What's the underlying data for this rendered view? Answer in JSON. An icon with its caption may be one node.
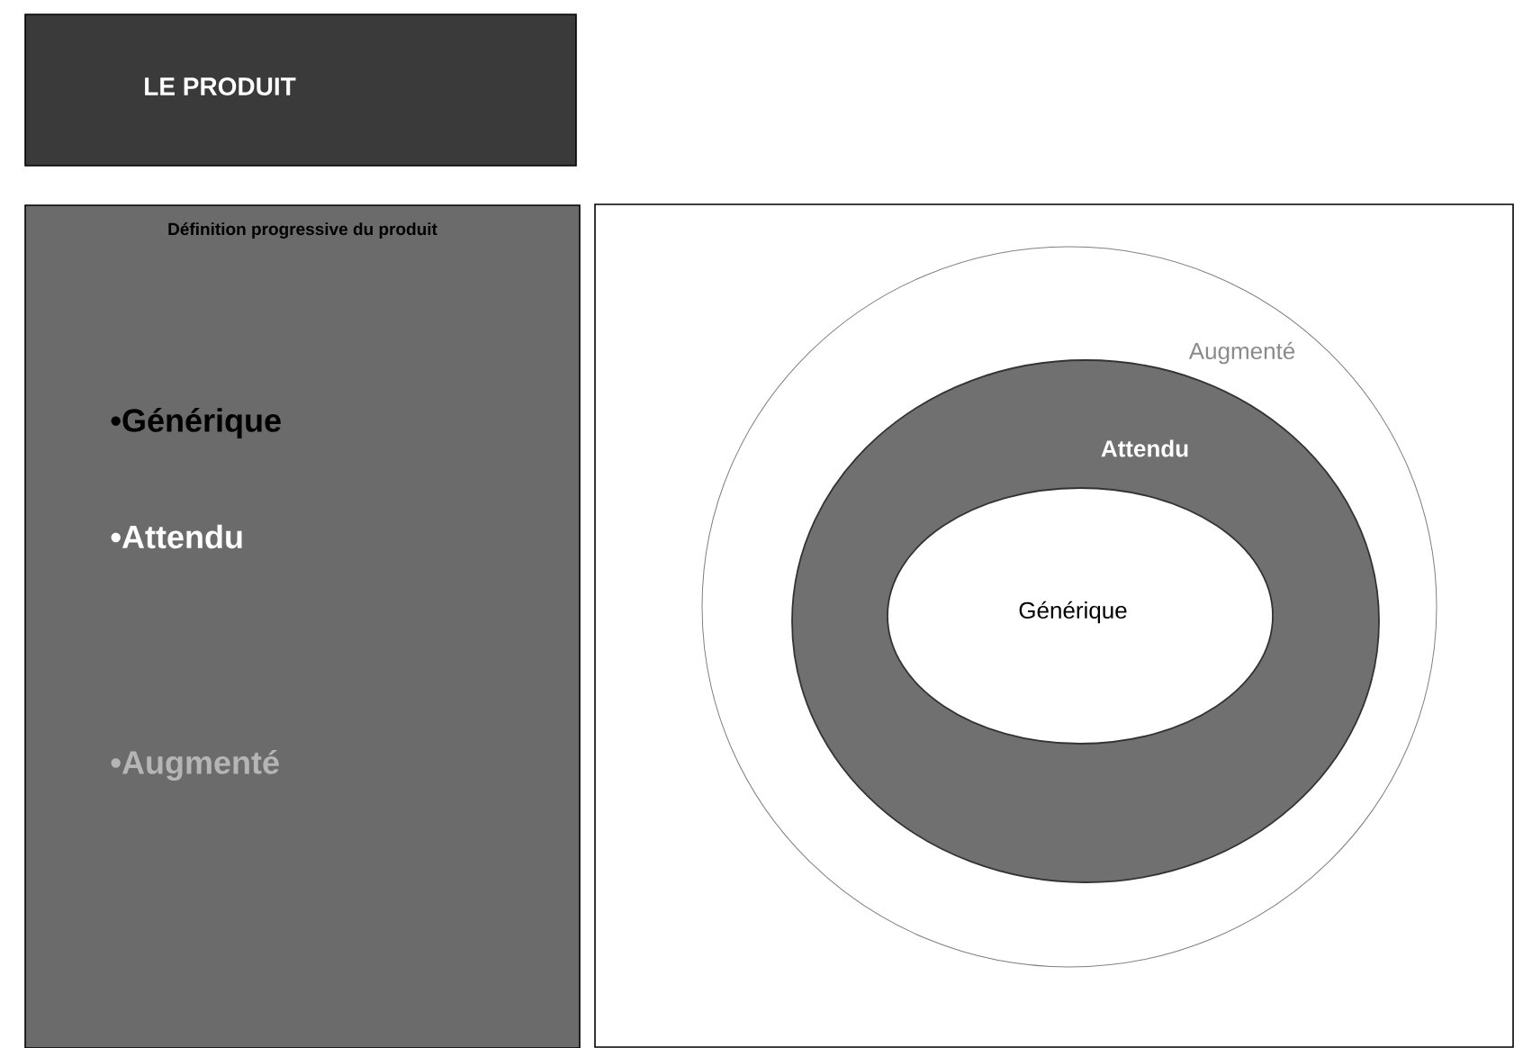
{
  "diagram": {
    "nodes": [
      {
        "text": [
          "LE PRODUIT"
        ]
      },
      {
        "text": [
          "Définition progressive du produit",
          "•Générique",
          "•Attendu",
          "•Augmenté"
        ]
      },
      {
        "text": [],
        "shape": "box"
      },
      {
        "text": [
          "Augmenté"
        ],
        "in": 2
      },
      {
        "text": [
          "Attendu"
        ],
        "in": 3
      },
      {
        "text": [
          "Générique"
        ],
        "in": 4
      }
    ]
  }
}
